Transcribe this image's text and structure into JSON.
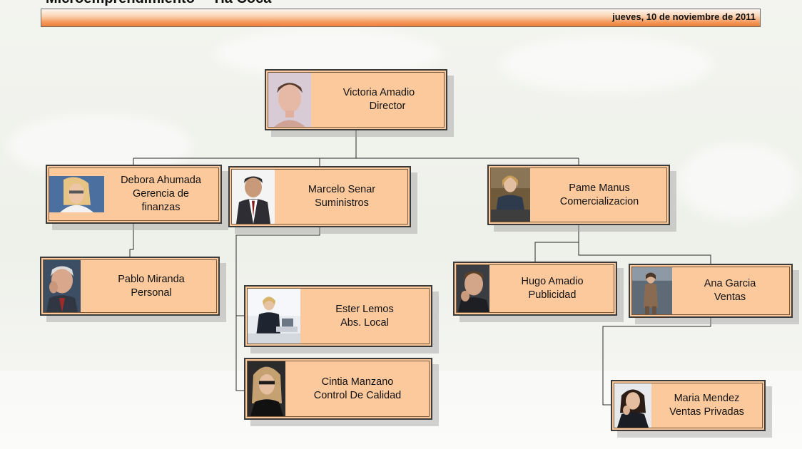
{
  "header": {
    "title": "Microemprendimiento -- Tia Coca",
    "date": "jueves, 10 de noviembre de 2011"
  },
  "org": {
    "director": {
      "name": "Victoria Amadio",
      "role": "Director"
    },
    "finanzas": {
      "name": "Debora Ahumada",
      "role_line1": "Gerencia de",
      "role_line2": "finanzas"
    },
    "suministros": {
      "name": "Marcelo Senar",
      "role": "Suministros"
    },
    "comercializacion": {
      "name": "Pame Manus",
      "role": "Comercializacion"
    },
    "personal": {
      "name": "Pablo Miranda",
      "role": "Personal"
    },
    "abs_local": {
      "name": "Ester Lemos",
      "role": "Abs. Local"
    },
    "calidad": {
      "name": "Cintia Manzano",
      "role": "Control De Calidad"
    },
    "publicidad": {
      "name": "Hugo Amadio",
      "role": "Publicidad"
    },
    "ventas": {
      "name": "Ana Garcia",
      "role": "Ventas"
    },
    "ventas_privadas": {
      "name": "Maria Mendez",
      "role": "Ventas Privadas"
    }
  }
}
